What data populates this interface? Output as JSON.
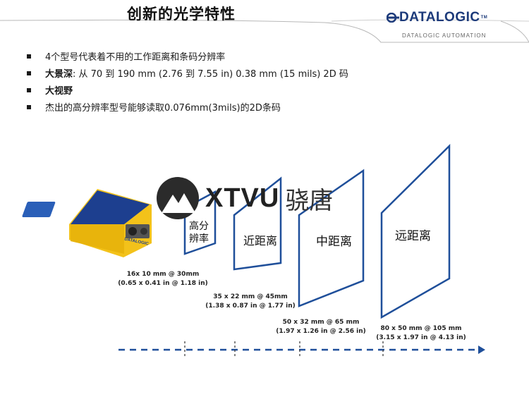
{
  "header": {
    "title": "创新的光学特性",
    "logo_text": "DATALOGIC",
    "logo_tm": "TM",
    "logo_sub": "DATALOGIC AUTOMATION"
  },
  "bullets": [
    {
      "bold": "",
      "text": "4个型号代表着不用的工作距离和条码分辨率"
    },
    {
      "bold": "大景深",
      "text": ": 从 70 到 190 mm (2.76 到 7.55 in)  0.38 mm (15 mils) 2D 码"
    },
    {
      "bold": "大视野",
      "text": ""
    },
    {
      "bold": "",
      "text": "杰出的高分辨率型号能够读取0.076mm(3mils)的2D条码"
    }
  ],
  "panels": [
    {
      "label": "高分\n辨率",
      "spec1": "16x 10 mm @ 30mm",
      "spec2": "(0.65 x 0.41 in @ 1.18 in)"
    },
    {
      "label": "近距离",
      "spec1": "35 x 22 mm @ 45mm",
      "spec2": "(1.38 x 0.87 in @ 1.77 in)"
    },
    {
      "label": "中距离",
      "spec1": "50 x 32 mm @ 65 mm",
      "spec2": "(1.97 x 1.26 in @ 2.56 in)"
    },
    {
      "label": "远距离",
      "spec1": "80 x 50 mm @ 105 mm",
      "spec2": "(3.15 x 1.97 in @ 4.13 in)"
    }
  ],
  "device": {
    "brand": "DATALOGIC"
  },
  "watermark": {
    "text": "XTVU",
    "cn": "骁唐"
  },
  "colors": {
    "panel_stroke": "#1f4f9a",
    "arrow": "#1f4f9a",
    "device_yellow": "#f3c21a",
    "device_blue": "#1d3f8f"
  }
}
